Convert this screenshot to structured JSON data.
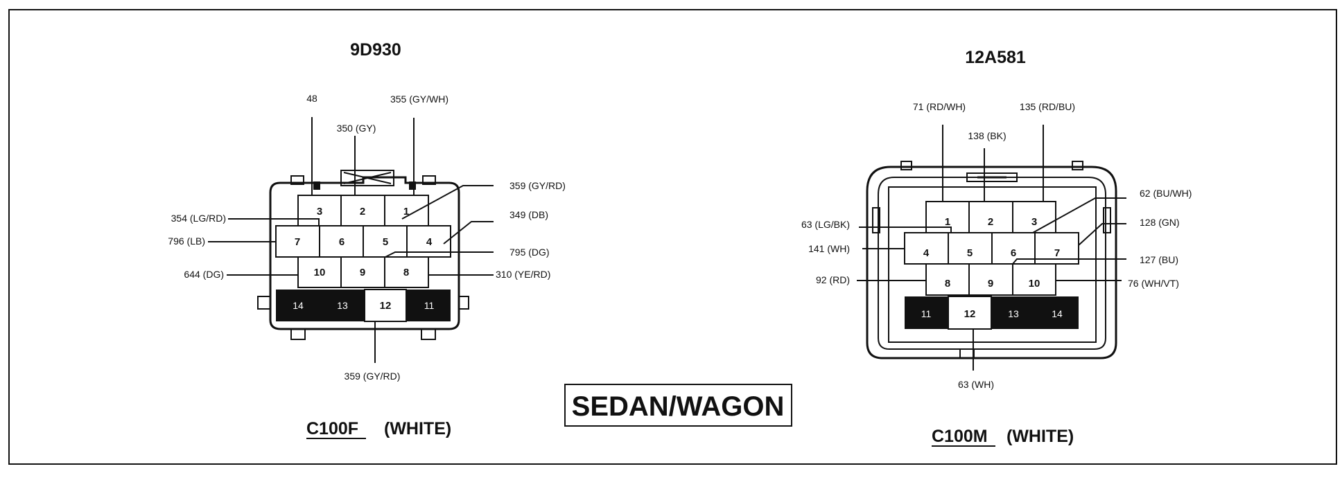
{
  "left_connector": {
    "part_number": "9D930",
    "caption_id": "C100F",
    "caption_color": "(WHITE)",
    "pins": [
      "1",
      "2",
      "3",
      "4",
      "5",
      "6",
      "7",
      "8",
      "9",
      "10",
      "11",
      "12",
      "13",
      "14"
    ],
    "wires": {
      "w48": "48",
      "w355": "355 (GY/WH)",
      "w350": "350 (GY)",
      "w359_top": "359 (GY/RD)",
      "w354": "354 (LG/RD)",
      "w349": "349 (DB)",
      "w796": "796 (LB)",
      "w795": "795 (DG)",
      "w644": "644 (DG)",
      "w310": "310 (YE/RD)",
      "w359_bottom": "359 (GY/RD)"
    }
  },
  "right_connector": {
    "part_number": "12A581",
    "caption_id": "C100M",
    "caption_color": "(WHITE)",
    "pins": [
      "1",
      "2",
      "3",
      "4",
      "5",
      "6",
      "7",
      "8",
      "9",
      "10",
      "11",
      "12",
      "13",
      "14"
    ],
    "wires": {
      "w71": "71 (RD/WH)",
      "w135": "135 (RD/BU)",
      "w138": "138 (BK)",
      "w62": "62 (BU/WH)",
      "w63lg": "63 (LG/BK)",
      "w128": "128 (GN)",
      "w141": "141 (WH)",
      "w127": "127 (BU)",
      "w92": "92 (RD)",
      "w76": "76 (WH/VT)",
      "w63wh": "63 (WH)"
    }
  },
  "center_badge": "SEDAN/WAGON",
  "colors": {
    "ink": "#111111",
    "paper": "#ffffff"
  }
}
